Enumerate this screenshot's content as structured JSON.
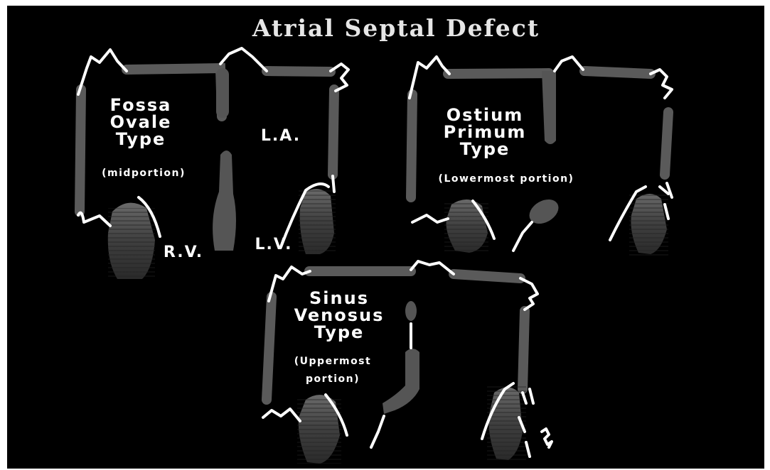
{
  "title": "Atrial Septal Defect",
  "panels": [
    {
      "id": "fossa",
      "type_lines": [
        "Fossa",
        "Ovale",
        "Type"
      ],
      "location": "(midportion)",
      "chamber_labels": {
        "rv": "R.V.",
        "la": "L.A.",
        "lv": "L.V."
      }
    },
    {
      "id": "primum",
      "type_lines": [
        "Ostium",
        "Primum",
        "Type"
      ],
      "location": "(Lowermost portion)"
    },
    {
      "id": "sinus",
      "type_lines": [
        "Sinus",
        "Venosus",
        "Type"
      ],
      "location_lines": [
        "(Uppermost",
        "portion)"
      ]
    }
  ],
  "colors": {
    "background": "#000000",
    "wall": "#5a5a5a",
    "outline": "#ffffff",
    "text": "#ffffff"
  }
}
